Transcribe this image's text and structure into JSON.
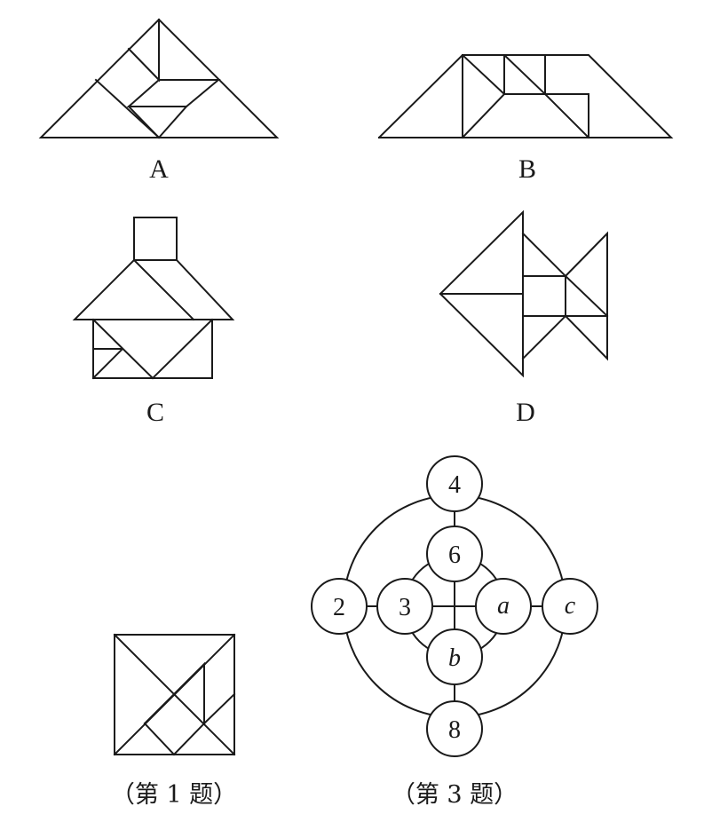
{
  "figures": {
    "A": {
      "label": "A"
    },
    "B": {
      "label": "B"
    },
    "C": {
      "label": "C"
    },
    "D": {
      "label": "D"
    }
  },
  "captions": {
    "q1": "（第 1 题）",
    "q3": "（第 3 题）"
  },
  "circle_diagram": {
    "top": "4",
    "inner_top": "6",
    "left": "2",
    "inner_left": "3",
    "inner_right": "a",
    "right": "c",
    "inner_bottom": "b",
    "bottom": "8"
  }
}
